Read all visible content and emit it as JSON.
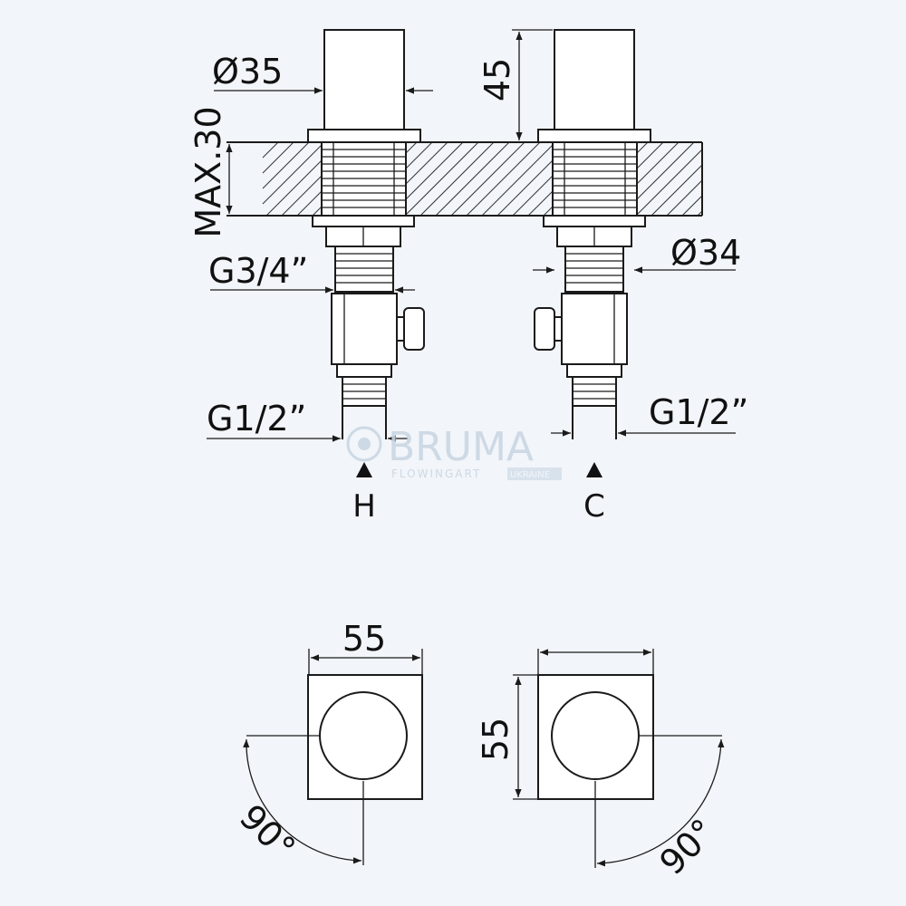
{
  "dimensions": {
    "left_top_diameter": "Ø35",
    "right_top_height": "45",
    "max_thickness": "MAX.30",
    "right_nut_diameter": "Ø34",
    "left_connection": "G3/4”",
    "left_outlet": "G1/2”",
    "right_outlet": "G1/2”",
    "plate_width": "55",
    "plate_height": "55",
    "left_rotation": "90°",
    "right_rotation": "90°"
  },
  "labels": {
    "hot": "H",
    "cold": "C"
  },
  "watermark": {
    "brand": "BRUMA",
    "tagline": "FLOWINGART",
    "region": "UKRAINE"
  },
  "colors": {
    "background": "#f2f5f9",
    "line": "#1a1a1a",
    "watermark": "#c9d6e3"
  }
}
